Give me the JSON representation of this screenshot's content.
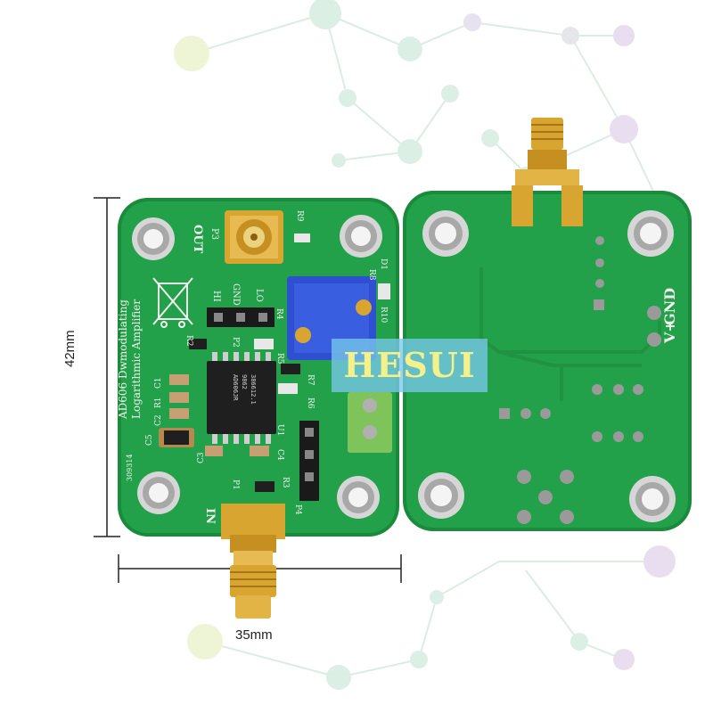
{
  "dimensions": {
    "height_label": "42mm",
    "width_label": "35mm"
  },
  "watermark": "HESUI",
  "front_board": {
    "out_label": "OUT",
    "out_ref": "P3",
    "r9_ref": "R9",
    "r8_ref": "R8",
    "r10_ref": "R10",
    "r2_ref": "R2",
    "r4_ref": "R4",
    "r5_ref": "R5",
    "r7_ref": "R7",
    "r6_ref": "R6",
    "r3_ref": "R3",
    "d1_ref": "D1",
    "hi_label": "HI",
    "gnd_label": "GND",
    "lo_label": "LO",
    "p2_ref": "P2",
    "title_line1": "AD606 Dwmodulating",
    "title_line2": "Logarithmic Amplifier",
    "c1_ref": "C1",
    "r1_ref": "R1",
    "c2_ref": "C2",
    "c5_ref": "C5",
    "c3_ref": "C3",
    "c4_ref": "C4",
    "u1_ref": "U1",
    "p1_ref": "P1",
    "p4_ref": "P4",
    "in_label": "IN",
    "date_code": "309314",
    "chip_line1": "AD606JR",
    "chip_line2": "9862",
    "chip_line3": "386612.1"
  },
  "back_board": {
    "vplus_label": "V+",
    "gnd_label": "GND"
  },
  "colors": {
    "pcb_green": "#23a04a",
    "pcb_edge": "#1b8a3c",
    "gold": "#d9a531",
    "potentiometer_blue": "#2d4fd0",
    "terminal_green": "#7fc45b",
    "watermark_bg": "#78c8eb",
    "watermark_text": "#f4f08a"
  }
}
